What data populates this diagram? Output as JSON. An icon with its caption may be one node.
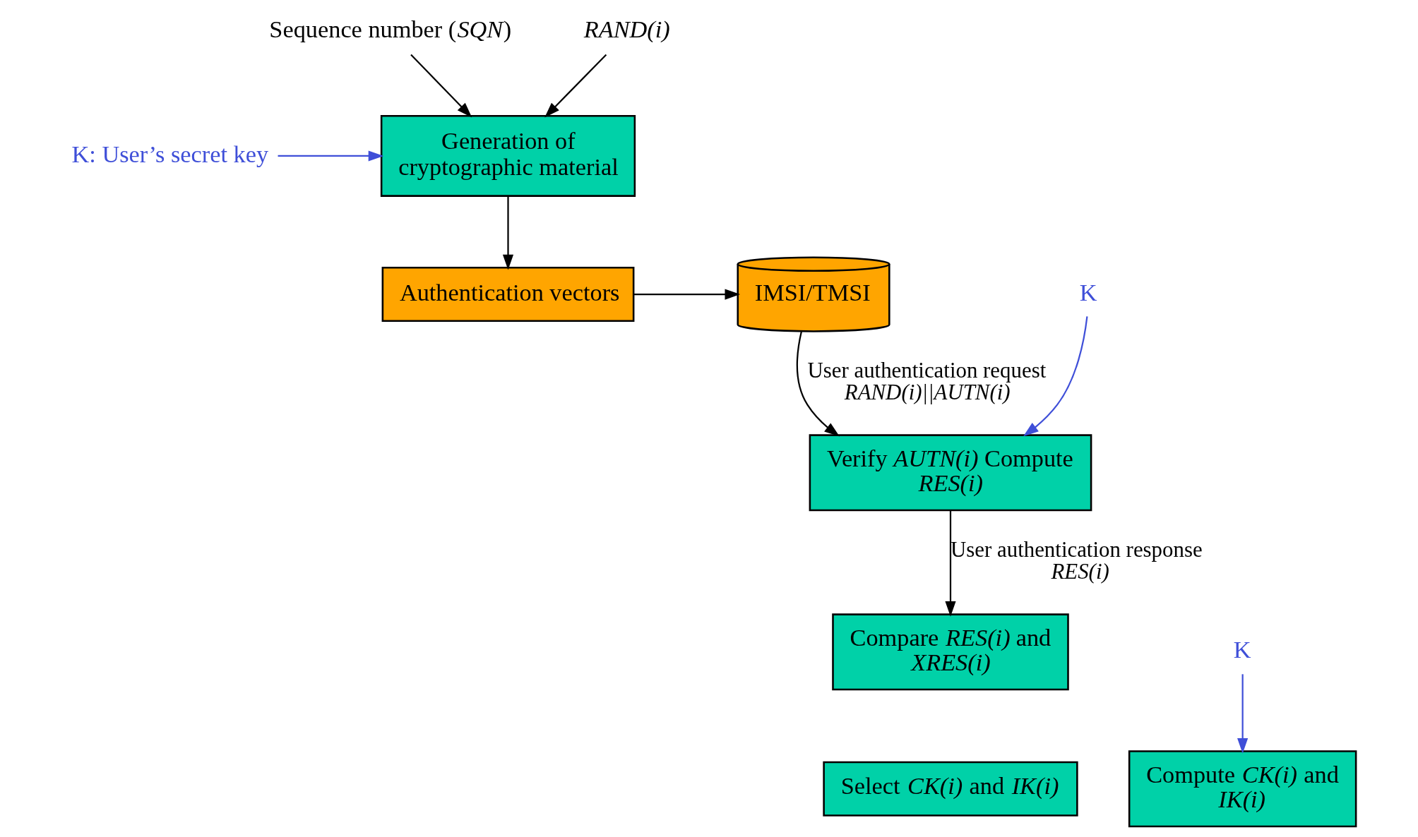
{
  "diagram": {
    "nodes": [
      {
        "text": [
          "Sequence number (*SQN*)"
        ]
      },
      {
        "text": [
          "*RAND(i)*"
        ]
      },
      {
        "text": [
          "K: User’s secret key"
        ]
      },
      {
        "text": [
          "Generation of cryptographic material"
        ]
      },
      {
        "text": [
          "Authentication vectors"
        ]
      },
      {
        "text": [
          "IMSI/TMSI"
        ]
      },
      {
        "text": [
          "K"
        ]
      },
      {
        "text": [
          "Verify *AUTN(i)* Compute *RES(i)*"
        ]
      },
      {
        "text": [
          "Compare *RES(i)* and *XRES(i)*"
        ]
      },
      {
        "text": [
          "K"
        ]
      },
      {
        "text": [
          "Compute *CK(i)* and *IK(i)*"
        ]
      },
      {
        "text": [
          "Select *CK(i)* and *IK(i)*"
        ]
      }
    ],
    "edges": [
      {
        "from": 0,
        "to": 3,
        "arrow": "to"
      },
      {
        "from": 1,
        "to": 3,
        "arrow": "to"
      },
      {
        "from": 2,
        "to": 3,
        "arrow": "to",
        "color": "#3f4fd8"
      },
      {
        "from": 3,
        "to": 4,
        "arrow": "to"
      },
      {
        "from": 4,
        "to": 5,
        "arrow": "to"
      },
      {
        "from": 5,
        "to": 7,
        "arrow": "to",
        "label": "User authentication request *RAND(i)||AUTN(i)*"
      },
      {
        "from": 6,
        "to": 7,
        "arrow": "to",
        "color": "#3f4fd8"
      },
      {
        "from": 7,
        "to": 8,
        "arrow": "to",
        "label": "User authentication response  *RES(i)*"
      },
      {
        "from": 9,
        "to": 10,
        "arrow": "to",
        "color": "#3f4fd8"
      }
    ]
  }
}
